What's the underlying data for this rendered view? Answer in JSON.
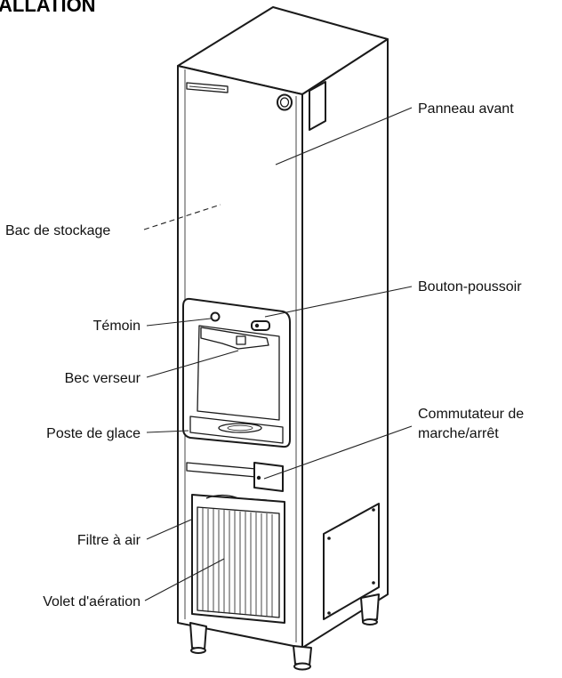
{
  "title": "ALLATION",
  "colors": {
    "outline": "#1a1a1a",
    "text": "#111111",
    "background": "#ffffff"
  },
  "labels": {
    "front_panel": "Panneau avant",
    "storage_bin": "Bac de stockage",
    "push_button": "Bouton-poussoir",
    "indicator": "Témoin",
    "spout": "Bec verseur",
    "ice_station": "Poste de glace",
    "switch_line1": "Commutateur de",
    "switch_line2": "marche/arrêt",
    "air_filter": "Filtre à air",
    "louver": "Volet d'aération"
  }
}
